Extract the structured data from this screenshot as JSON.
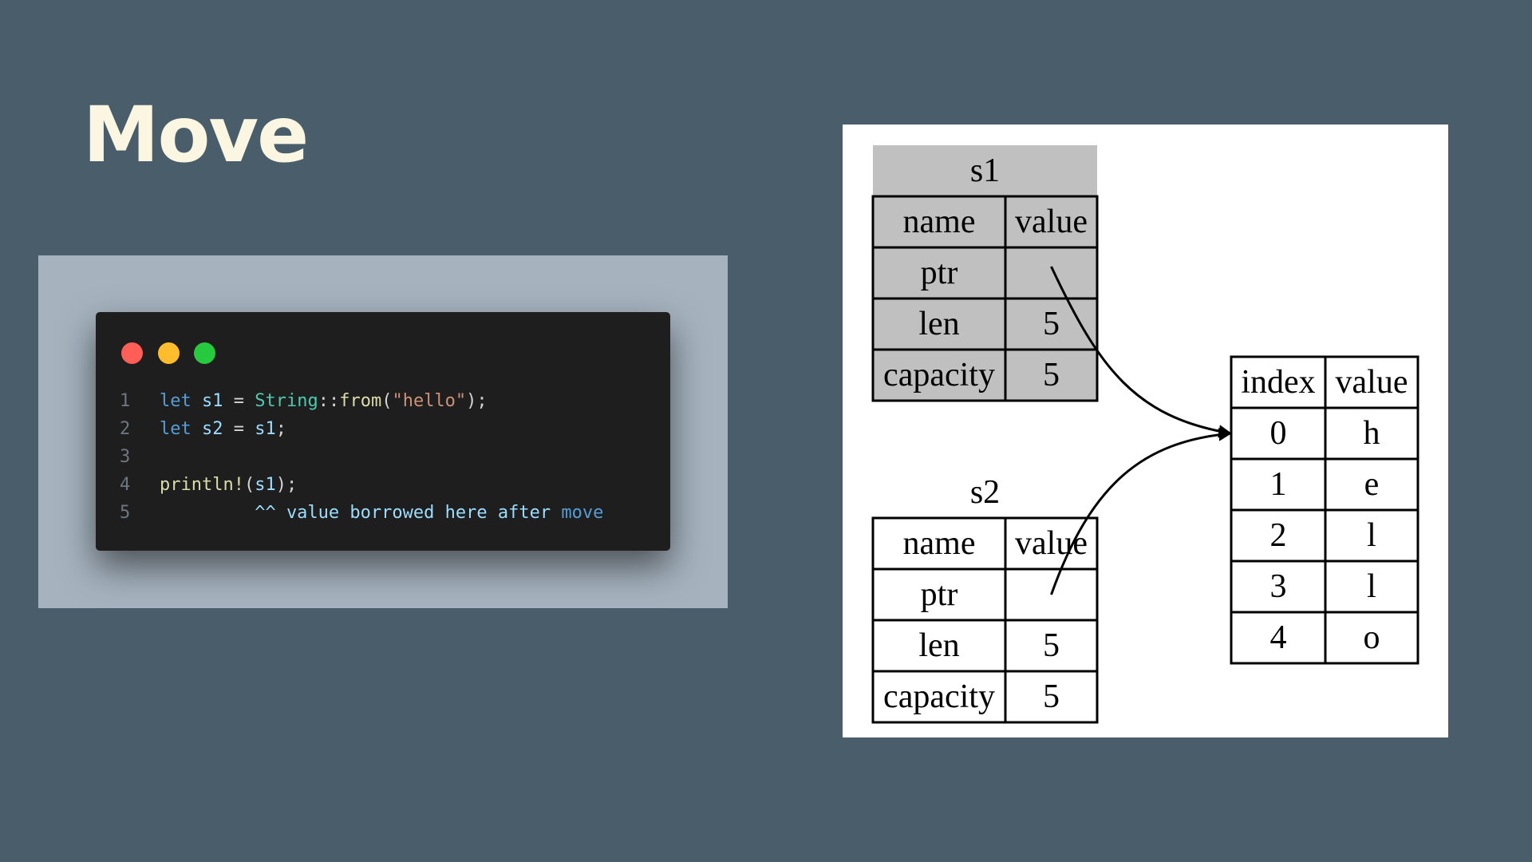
{
  "slide": {
    "title": "Move"
  },
  "code": {
    "window_dots": [
      "close",
      "minimize",
      "maximize"
    ],
    "lines": [
      {
        "number": "1",
        "tokens": [
          {
            "text": "let ",
            "kind": "kw"
          },
          {
            "text": "s1",
            "kind": "var"
          },
          {
            "text": " = ",
            "kind": "plain"
          },
          {
            "text": "String",
            "kind": "type"
          },
          {
            "text": "::",
            "kind": "plain"
          },
          {
            "text": "from",
            "kind": "fn"
          },
          {
            "text": "(",
            "kind": "plain"
          },
          {
            "text": "\"hello\"",
            "kind": "str"
          },
          {
            "text": ");",
            "kind": "plain"
          }
        ]
      },
      {
        "number": "2",
        "tokens": [
          {
            "text": "let ",
            "kind": "kw"
          },
          {
            "text": "s2",
            "kind": "var"
          },
          {
            "text": " = ",
            "kind": "plain"
          },
          {
            "text": "s1",
            "kind": "var"
          },
          {
            "text": ";",
            "kind": "plain"
          }
        ]
      },
      {
        "number": "3",
        "tokens": []
      },
      {
        "number": "4",
        "tokens": [
          {
            "text": "println!",
            "kind": "fn"
          },
          {
            "text": "(",
            "kind": "plain"
          },
          {
            "text": "s1",
            "kind": "var"
          },
          {
            "text": ");",
            "kind": "plain"
          }
        ]
      },
      {
        "number": "5",
        "tokens": [
          {
            "text": "         ^^ value borrowed here after ",
            "kind": "comment"
          },
          {
            "text": "move",
            "kind": "kw"
          }
        ]
      }
    ]
  },
  "diagram": {
    "s1": {
      "title": "s1",
      "header": [
        "name",
        "value"
      ],
      "rows": [
        [
          "ptr",
          ""
        ],
        [
          "len",
          "5"
        ],
        [
          "capacity",
          "5"
        ]
      ]
    },
    "s2": {
      "title": "s2",
      "header": [
        "name",
        "value"
      ],
      "rows": [
        [
          "ptr",
          ""
        ],
        [
          "len",
          "5"
        ],
        [
          "capacity",
          "5"
        ]
      ]
    },
    "heap": {
      "header": [
        "index",
        "value"
      ],
      "rows": [
        [
          "0",
          "h"
        ],
        [
          "1",
          "e"
        ],
        [
          "2",
          "l"
        ],
        [
          "3",
          "l"
        ],
        [
          "4",
          "o"
        ]
      ]
    }
  }
}
